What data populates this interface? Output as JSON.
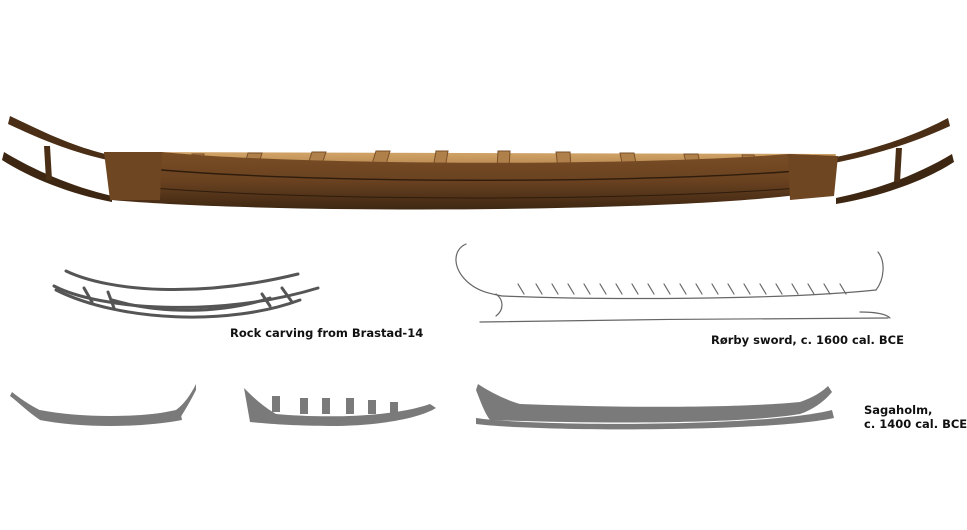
{
  "captions": {
    "brastad": "Rock carving from Brastad-14",
    "rorby": "Rørby sword, c. 1600 cal. BCE",
    "sagaholm_line1": "Sagaholm,",
    "sagaholm_line2": "c. 1400 cal. BCE"
  },
  "colors": {
    "hull_dark": "#5a3a1e",
    "hull_mid": "#8a5a2e",
    "hull_light": "#c89a5e",
    "outline": "#555555",
    "silhouette": "#7a7a7a"
  }
}
